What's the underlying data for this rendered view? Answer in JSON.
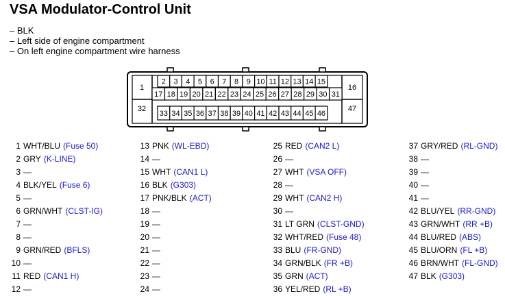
{
  "title": "VSA Modulator-Control Unit",
  "notes": [
    "– BLK",
    "– Left side of engine compartment",
    "– On left engine compartment wire harness"
  ],
  "connector": {
    "row1": [
      "2",
      "3",
      "4",
      "5",
      "6",
      "7",
      "8",
      "9",
      "10",
      "11",
      "12",
      "13",
      "14",
      "15"
    ],
    "row2": [
      "17",
      "18",
      "19",
      "20",
      "21",
      "22",
      "23",
      "24",
      "25",
      "26",
      "27",
      "28",
      "29",
      "30",
      "31"
    ],
    "row3": [
      "33",
      "34",
      "35",
      "36",
      "37",
      "38",
      "39",
      "40",
      "41",
      "42",
      "43",
      "44",
      "45",
      "46"
    ],
    "left_top": "1",
    "left_bottom": "32",
    "right_top": "16",
    "right_bottom": "47"
  },
  "pin_columns": [
    [
      {
        "num": "1",
        "wire": "WHT/BLU",
        "func": "(Fuse 50)"
      },
      {
        "num": "2",
        "wire": "GRY",
        "func": "(K-LINE)"
      },
      {
        "num": "3",
        "wire": "—",
        "func": ""
      },
      {
        "num": "4",
        "wire": "BLK/YEL",
        "func": "(Fuse 6)"
      },
      {
        "num": "5",
        "wire": "—",
        "func": ""
      },
      {
        "num": "6",
        "wire": "GRN/WHT",
        "func": "(CLST-IG)"
      },
      {
        "num": "7",
        "wire": "—",
        "func": ""
      },
      {
        "num": "8",
        "wire": "—",
        "func": ""
      },
      {
        "num": "9",
        "wire": "GRN/RED",
        "func": "(BFLS)"
      },
      {
        "num": "10",
        "wire": "—",
        "func": ""
      },
      {
        "num": "11",
        "wire": "RED",
        "func": "(CAN1 H)"
      },
      {
        "num": "12",
        "wire": "—",
        "func": ""
      }
    ],
    [
      {
        "num": "13",
        "wire": "PNK",
        "func": "(WL-EBD)"
      },
      {
        "num": "14",
        "wire": "—",
        "func": ""
      },
      {
        "num": "15",
        "wire": "WHT",
        "func": "(CAN1 L)"
      },
      {
        "num": "16",
        "wire": "BLK",
        "func": "(G303)"
      },
      {
        "num": "17",
        "wire": "PNK/BLK",
        "func": "(ACT)"
      },
      {
        "num": "18",
        "wire": "—",
        "func": ""
      },
      {
        "num": "19",
        "wire": "—",
        "func": ""
      },
      {
        "num": "20",
        "wire": "—",
        "func": ""
      },
      {
        "num": "21",
        "wire": "—",
        "func": ""
      },
      {
        "num": "22",
        "wire": "—",
        "func": ""
      },
      {
        "num": "23",
        "wire": "—",
        "func": ""
      },
      {
        "num": "24",
        "wire": "—",
        "func": ""
      }
    ],
    [
      {
        "num": "25",
        "wire": "RED",
        "func": "(CAN2 L)"
      },
      {
        "num": "26",
        "wire": "—",
        "func": ""
      },
      {
        "num": "27",
        "wire": "WHT",
        "func": "(VSA OFF)"
      },
      {
        "num": "28",
        "wire": "—",
        "func": ""
      },
      {
        "num": "29",
        "wire": "WHT",
        "func": "(CAN2 H)"
      },
      {
        "num": "30",
        "wire": "—",
        "func": ""
      },
      {
        "num": "31",
        "wire": "LT GRN",
        "func": "(CLST-GND)"
      },
      {
        "num": "32",
        "wire": "WHT/RED",
        "func": "(Fuse 48)"
      },
      {
        "num": "33",
        "wire": "BLU",
        "func": "(FR-GND)"
      },
      {
        "num": "34",
        "wire": "GRN/BLK",
        "func": "(FR +B)"
      },
      {
        "num": "35",
        "wire": "GRN",
        "func": "(ACT)"
      },
      {
        "num": "36",
        "wire": "YEL/RED",
        "func": "(RL +B)"
      }
    ],
    [
      {
        "num": "37",
        "wire": "GRY/RED",
        "func": "(RL-GND)"
      },
      {
        "num": "38",
        "wire": "—",
        "func": ""
      },
      {
        "num": "39",
        "wire": "—",
        "func": ""
      },
      {
        "num": "40",
        "wire": "—",
        "func": ""
      },
      {
        "num": "41",
        "wire": "—",
        "func": ""
      },
      {
        "num": "42",
        "wire": "BLU/YEL",
        "func": "(RR-GND)"
      },
      {
        "num": "43",
        "wire": "GRN/WHT",
        "func": "(RR +B)"
      },
      {
        "num": "44",
        "wire": "BLU/RED",
        "func": "(ABS)"
      },
      {
        "num": "45",
        "wire": "BLU/ORN",
        "func": "(FL +B)"
      },
      {
        "num": "46",
        "wire": "BRN/WHT",
        "func": "(FL-GND)"
      },
      {
        "num": "47",
        "wire": "BLK",
        "func": "(G303)"
      }
    ]
  ]
}
